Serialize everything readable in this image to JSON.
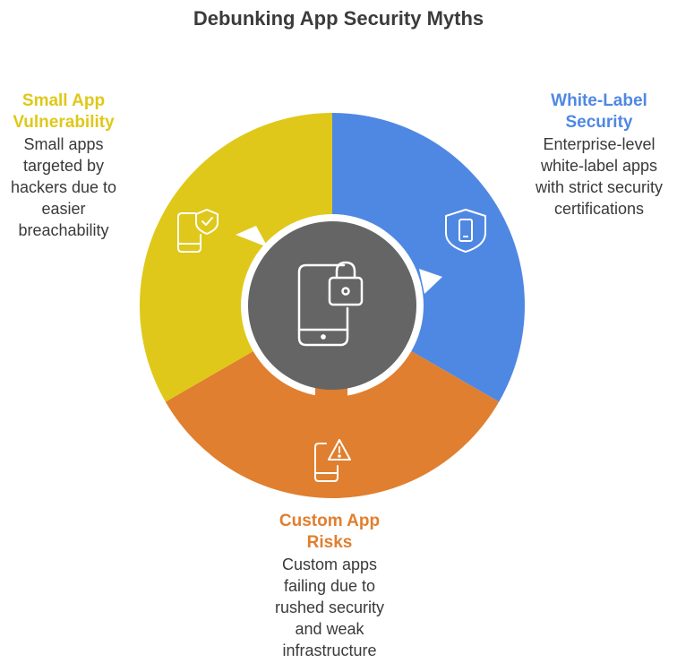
{
  "title": "Debunking App Security Myths",
  "segments": [
    {
      "key": "white_label",
      "title_lines": [
        "White-Label",
        "Security"
      ],
      "desc_lines": [
        "Enterprise-level",
        "white-label apps",
        "with strict security",
        "certifications"
      ],
      "color": "#4f88e3",
      "icon": "phone-shield-icon"
    },
    {
      "key": "custom_app",
      "title_lines": [
        "Custom App",
        "Risks"
      ],
      "desc_lines": [
        "Custom apps",
        "failing due to",
        "rushed security",
        "and weak",
        "infrastructure"
      ],
      "color": "#e07f2f",
      "icon": "phone-warning-icon"
    },
    {
      "key": "small_app",
      "title_lines": [
        "Small App",
        "Vulnerability"
      ],
      "desc_lines": [
        "Small apps",
        "targeted by",
        "hackers due to",
        "easier",
        "breachability"
      ],
      "color": "#dfc81a",
      "icon": "phone-check-shield-icon"
    }
  ],
  "center": {
    "icon": "phone-lock-icon",
    "color": "#656565"
  }
}
